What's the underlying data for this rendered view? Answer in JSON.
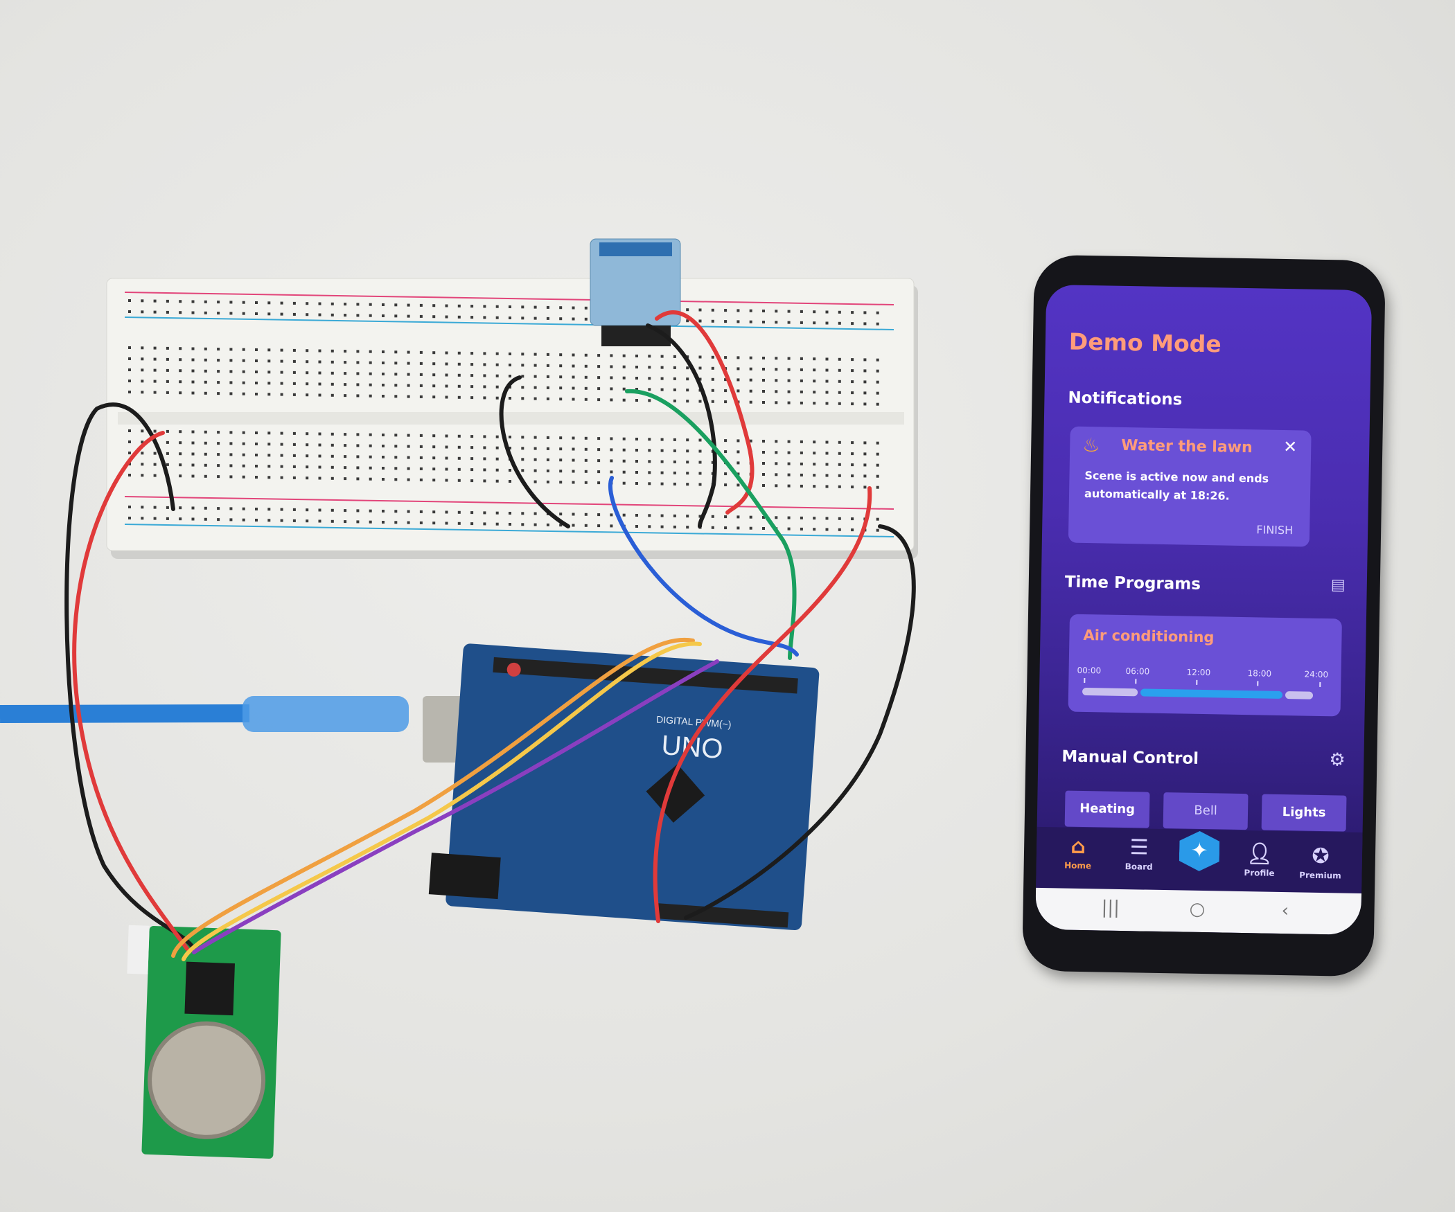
{
  "phone_app": {
    "title": "Demo Mode",
    "notifications": {
      "heading": "Notifications",
      "card": {
        "icon": "watering-pot-icon",
        "title": "Water the lawn",
        "body": "Scene is active now and ends automatically at 18:26.",
        "close": "✕",
        "action": "FINISH"
      }
    },
    "time_programs": {
      "heading": "Time Programs",
      "add_icon": "add-program-icon",
      "program": {
        "name": "Air conditioning",
        "ticks": [
          "00:00",
          "06:00",
          "12:00",
          "18:00",
          "24:00"
        ],
        "active_range": [
          "06:00",
          "24:00"
        ]
      }
    },
    "manual_control": {
      "heading": "Manual Control",
      "settings_icon": "gear-icon",
      "buttons": [
        "Heating",
        "Bell",
        "Lights"
      ]
    },
    "nav": {
      "items": [
        {
          "label": "Home",
          "icon": "home-icon",
          "active": true
        },
        {
          "label": "Board",
          "icon": "sliders-icon"
        },
        {
          "label": "",
          "icon": "magic-wand-icon"
        },
        {
          "label": "Profile",
          "icon": "user-icon"
        },
        {
          "label": "Premium",
          "icon": "badge-icon"
        }
      ]
    },
    "system_bar": {
      "recent": "|||",
      "home": "○",
      "back": "‹"
    },
    "colors": {
      "accent": "#ff9c7a",
      "screen_bg": "#4a2db0",
      "card": "#6a50d6",
      "timeline_active": "#2aa0ee"
    }
  },
  "hardware": {
    "board_label": "UNO",
    "board_text": "DIGITAL PWM(~)",
    "colors": {
      "arduino": "#1f4f8a",
      "breadboard": "#f2f2ee",
      "usb_cable": "#2a7fd6",
      "rtc_pcb": "#1e9a4a"
    }
  }
}
